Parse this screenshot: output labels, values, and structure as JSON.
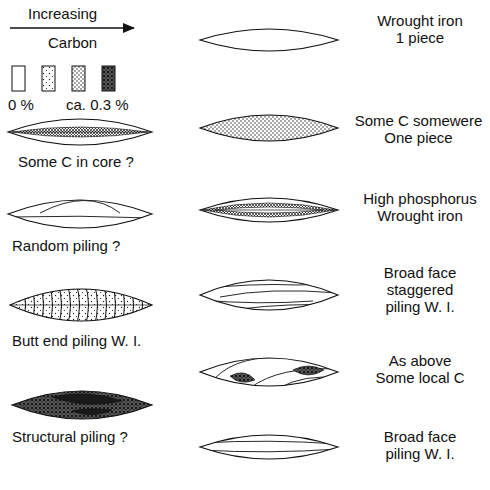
{
  "diagram": {
    "labels": [
      "Increasing",
      "Carbon",
      "0 %",
      "ca. 0.3 %",
      "Wrought iron 1 piece",
      "Some C somewere One piece",
      "Some C in core ?",
      "High phosphorus Wrought iron",
      "Random piling ?",
      "Broad face staggered piling W. I.",
      "Butt end piling W. I.",
      "As above Some local C",
      "Structural piling ?",
      "Broad face piling W. I."
    ]
  }
}
